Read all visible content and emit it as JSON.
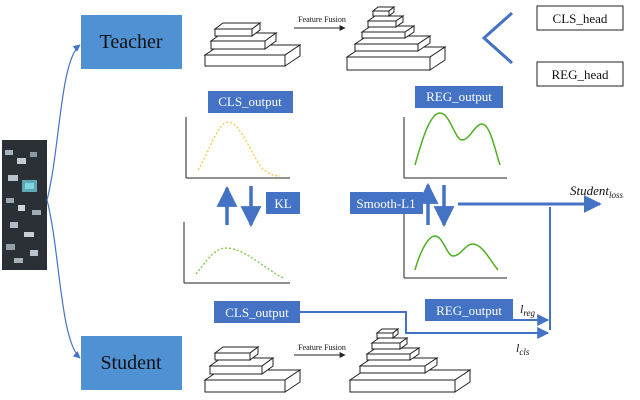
{
  "nodes": {
    "teacher": "Teacher",
    "student": "Student",
    "cls_head": "CLS_head",
    "reg_head": "REG_head",
    "cls_output_top": "CLS_output",
    "reg_output_top": "REG_output",
    "kl": "KL",
    "smooth_l1": "Smooth-L1",
    "cls_output_bottom": "CLS_output",
    "reg_output_bottom": "REG_output"
  },
  "edges": {
    "feature_fusion_top": "Feature Fusion",
    "feature_fusion_bottom": "Feature Fusion"
  },
  "losses": {
    "student_loss_base": "Student",
    "student_loss_sub": "loss",
    "l_reg_base": "l",
    "l_reg_sub": "reg",
    "l_cls_base": "l",
    "l_cls_sub": "cls"
  },
  "colors": {
    "box_blue": "#4472c4",
    "role_box": "#4f91d3",
    "arrow_blue": "#4472c4",
    "teacher_curve": "#f4c542",
    "student_curve": "#7ac943",
    "green_curve": "#4caf1f"
  }
}
